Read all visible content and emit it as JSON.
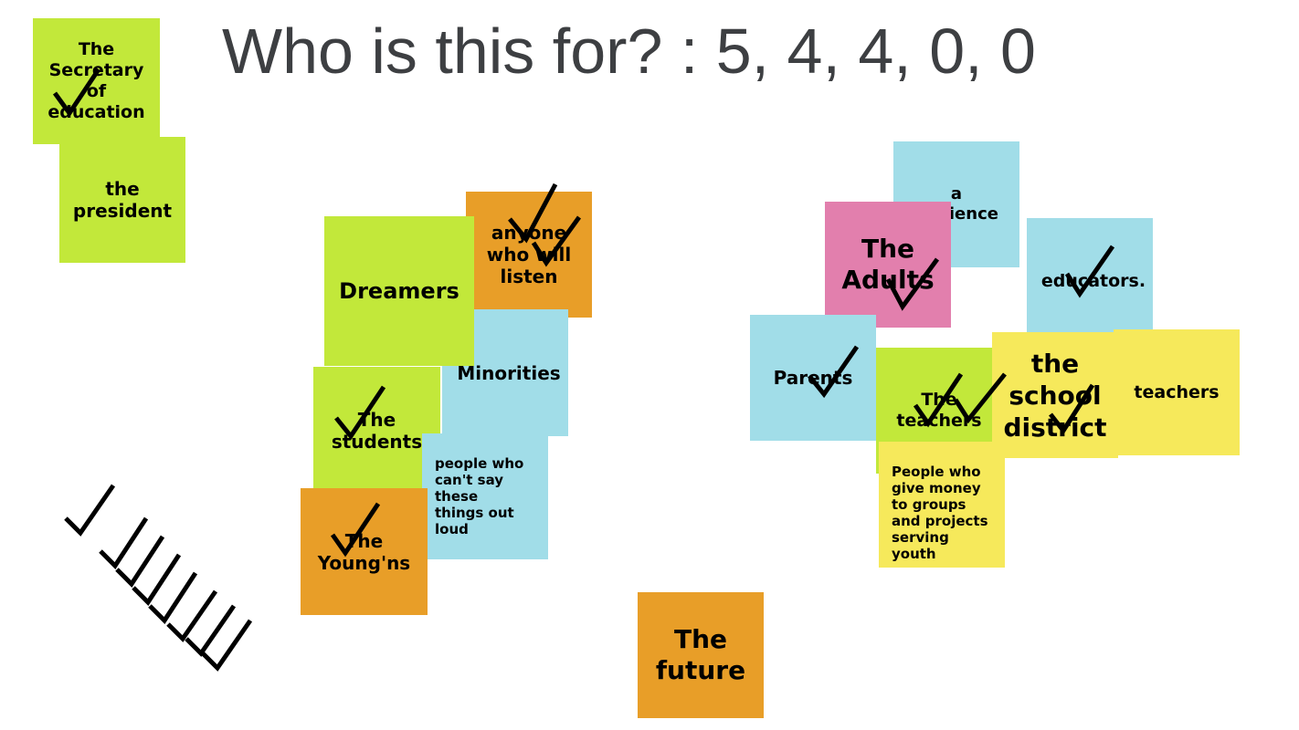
{
  "title": "Who is this for? : 5, 4, 4, 0, 0",
  "notes": {
    "secretary": "The Secretary of education",
    "president": "the president",
    "dreamers": "Dreamers",
    "anyone": "anyone who will listen",
    "minorities": "Minorities",
    "students": "The students",
    "people_cant_say": "people who can't say these things out loud",
    "youngns": "The Young'ns",
    "future": "The future",
    "audience": "a audience",
    "adults": "The Adults",
    "educators": "educators.",
    "parents": "Parents",
    "the_teachers": "The teachers",
    "school_district": "the school district",
    "teachers": "teachers",
    "funders": "People who give money to groups and projects serving youth"
  },
  "colors": {
    "green": "#c2e83a",
    "orange": "#e89e28",
    "blue": "#a1dde8",
    "yellow": "#f6e95b",
    "pink": "#e27fad",
    "title_text": "#3d3f42"
  },
  "icons": [
    "check-mark-icon"
  ]
}
